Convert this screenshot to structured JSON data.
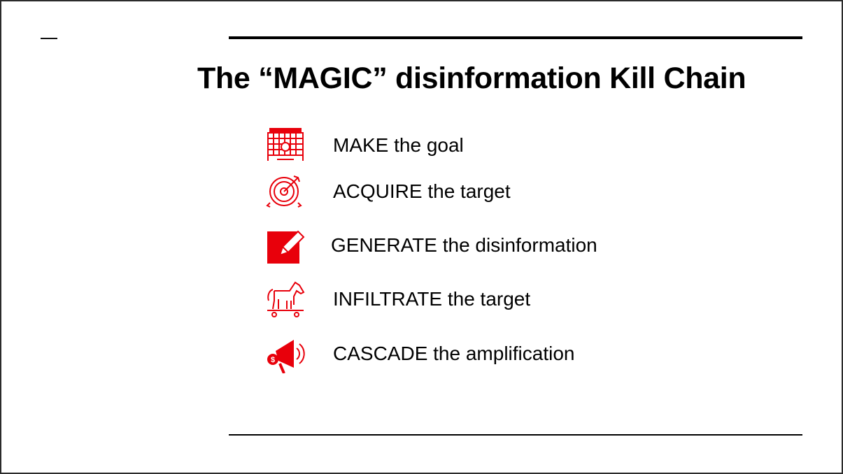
{
  "slide": {
    "title": "The “MAGIC” disinformation Kill Chain",
    "accent_color": "#e8000b",
    "items": [
      {
        "icon": "goal-net-icon",
        "label": "MAKE the goal"
      },
      {
        "icon": "target-icon",
        "label": "ACQUIRE the target"
      },
      {
        "icon": "edit-pencil-icon",
        "label": "GENERATE the disinformation"
      },
      {
        "icon": "trojan-horse-icon",
        "label": "INFILTRATE the target"
      },
      {
        "icon": "megaphone-icon",
        "label": "CASCADE the amplification"
      }
    ]
  }
}
